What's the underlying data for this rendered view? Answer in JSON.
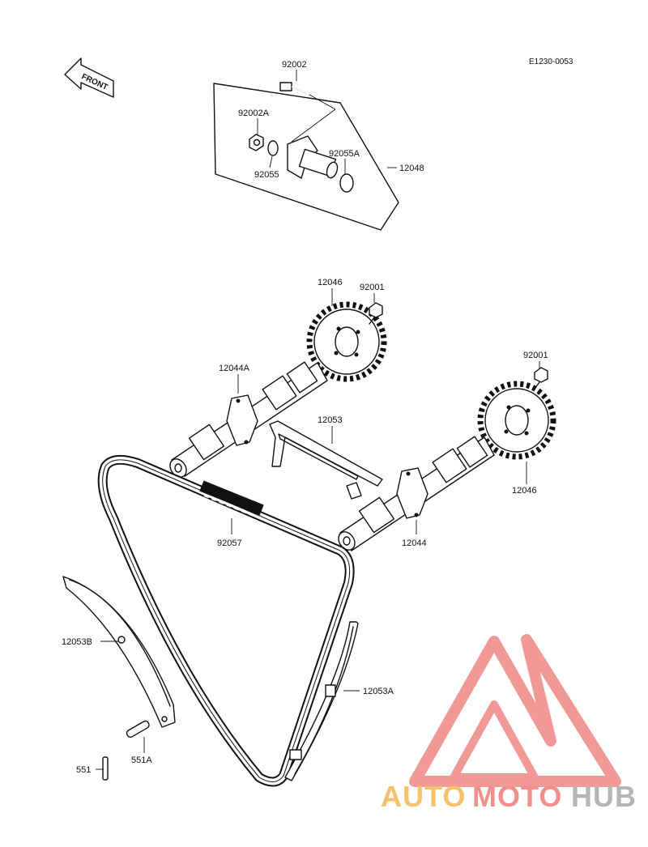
{
  "diagram": {
    "ref_code": "E1230-0053",
    "front_label": "FRONT",
    "parts": {
      "p92002": "92002",
      "p92002A": "92002A",
      "p92055": "92055",
      "p92055A": "92055A",
      "p12048": "12048",
      "p12046_top": "12046",
      "p92001_top": "92001",
      "p12044A": "12044A",
      "p12053": "12053",
      "p92001_right": "92001",
      "p12046_right": "12046",
      "p12044": "12044",
      "p92057": "92057",
      "p12053B": "12053B",
      "p12053A": "12053A",
      "p551A": "551A",
      "p551": "551"
    }
  },
  "watermark": {
    "word_auto": "AUTO",
    "word_moto": "MOTO",
    "word_hub": "HUB",
    "color_auto": "#f6c16a",
    "color_moto": "#f08f8c",
    "color_hub": "#b5b5b5",
    "logo_color": "#f08f8c"
  }
}
